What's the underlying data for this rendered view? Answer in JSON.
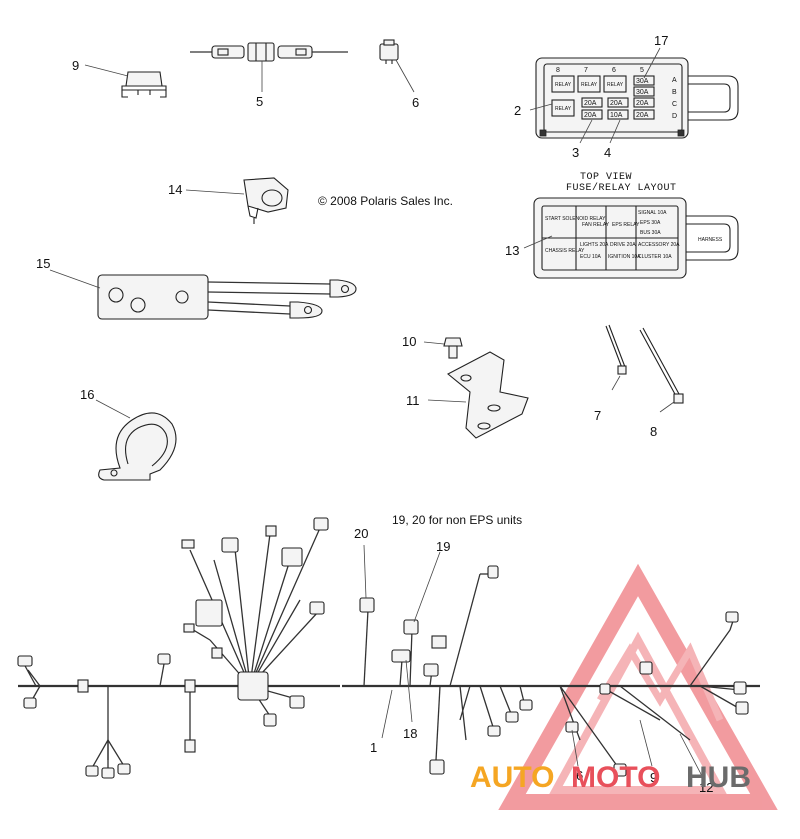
{
  "copyright": "© 2008 Polaris Sales Inc.",
  "note": "19, 20 for non EPS units",
  "layout_title_line1": "TOP VIEW",
  "layout_title_line2": "FUSE/RELAY LAYOUT",
  "callouts": {
    "c1": "1",
    "c2": "2",
    "c3": "3",
    "c4": "4",
    "c5": "5",
    "c6": "6",
    "c6b": "6",
    "c7": "7",
    "c8": "8",
    "c9": "9",
    "c9b": "9",
    "c10": "10",
    "c11": "11",
    "c12": "12",
    "c13": "13",
    "c14": "14",
    "c15": "15",
    "c16": "16",
    "c17": "17",
    "c18": "18",
    "c19": "19",
    "c20": "20"
  },
  "fusebox_top": {
    "slot_numbers": [
      "8",
      "7",
      "6",
      "5"
    ],
    "row_letters": [
      "A",
      "B",
      "C",
      "D"
    ],
    "relays": [
      "RELAY",
      "RELAY",
      "RELAY",
      "RELAY"
    ],
    "fuses_row1": [
      "30A"
    ],
    "fuses_row2": [
      "30A"
    ],
    "fuses_row3": [
      "20A",
      "20A",
      "20A"
    ],
    "fuses_row4": [
      "20A",
      "10A",
      "20A"
    ]
  },
  "fusebox_layout": {
    "cells": {
      "starter": "START SOLENOID RELAY",
      "fan": "FAN RELAY",
      "eps": "EPS RELAY",
      "chassis": "CHASSIS RELAY",
      "lights": "LIGHTS 20A",
      "drive": "DRIVE 20A",
      "accessory": "ACCESSORY 20A",
      "ecu": "ECU 10A",
      "ignition": "IGNITION 10A",
      "cluster": "CLUSTER 10A",
      "signal": "SIGNAL 10A",
      "eps_fuse": "EPS 30A",
      "bus": "BUS 30A",
      "harness": "HARNESS"
    }
  },
  "watermark": {
    "part1": "AUTO",
    "part2": "MOTO",
    "part3": "HUB",
    "color_orange": "#f5a623",
    "color_red": "#e8505b",
    "color_gray": "#6b6b6b"
  }
}
